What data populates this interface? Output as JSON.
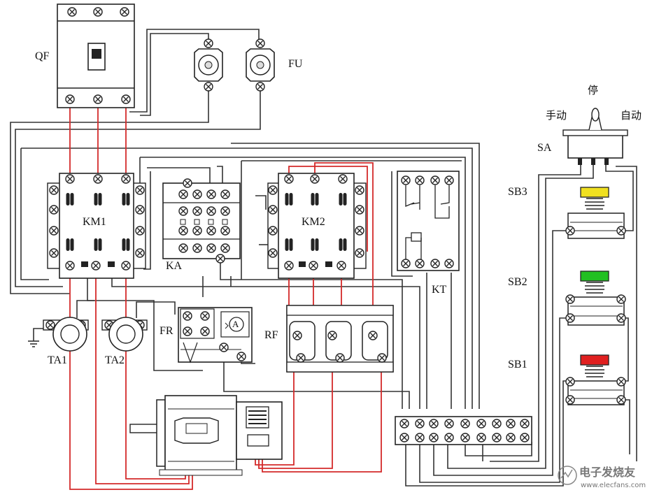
{
  "labels": {
    "qf": "QF",
    "fu": "FU",
    "km1": "KM1",
    "km2": "KM2",
    "ka": "KA",
    "kt": "KT",
    "fr": "FR",
    "rf": "RF",
    "ta1": "TA1",
    "ta2": "TA2",
    "sa": "SA",
    "sb1": "SB1",
    "sb2": "SB2",
    "sb3": "SB3",
    "stop": "停",
    "manual": "手动",
    "auto": "自动",
    "ammeter": "A"
  },
  "watermark": {
    "brand": "电子发烧友",
    "url": "www.elecfans.com"
  },
  "colors": {
    "wire": "#333333",
    "power_wire": "#d42a2a",
    "button_stop": "#e02020",
    "button_start": "#22c022",
    "button_sb3": "#f0e020"
  }
}
